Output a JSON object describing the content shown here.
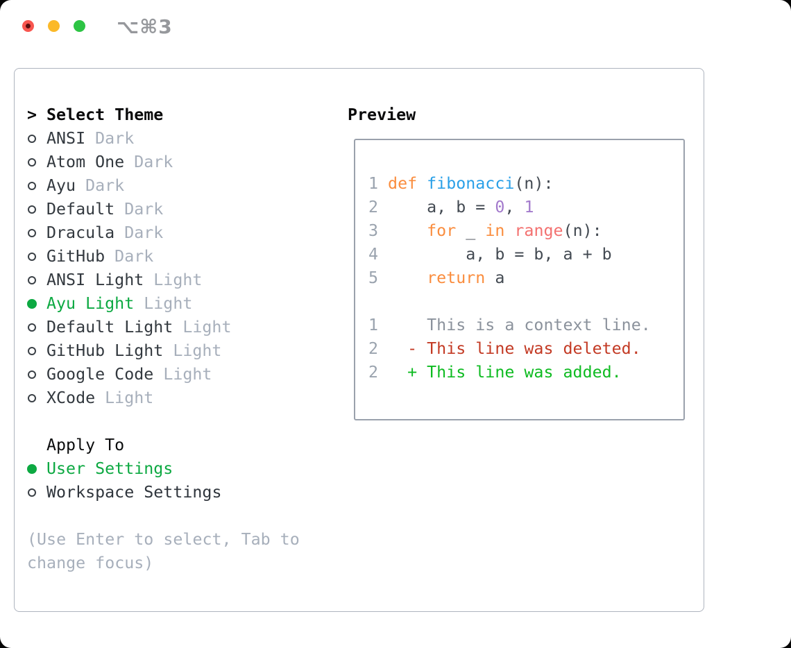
{
  "window": {
    "title": "⌥⌘3",
    "traffic_lights": [
      "close",
      "minimize",
      "zoom"
    ]
  },
  "theme_panel": {
    "header": {
      "prompt": ">",
      "label": "Select Theme"
    },
    "themes": [
      {
        "slug": "ansi-dark",
        "name": "ANSI",
        "variant": "Dark",
        "selected": false
      },
      {
        "slug": "atom-one-dark",
        "name": "Atom One",
        "variant": "Dark",
        "selected": false
      },
      {
        "slug": "ayu-dark",
        "name": "Ayu",
        "variant": "Dark",
        "selected": false
      },
      {
        "slug": "default-dark",
        "name": "Default",
        "variant": "Dark",
        "selected": false
      },
      {
        "slug": "dracula-dark",
        "name": "Dracula",
        "variant": "Dark",
        "selected": false
      },
      {
        "slug": "github-dark",
        "name": "GitHub",
        "variant": "Dark",
        "selected": false
      },
      {
        "slug": "ansi-light",
        "name": "ANSI Light",
        "variant": "Light",
        "selected": false
      },
      {
        "slug": "ayu-light",
        "name": "Ayu Light",
        "variant": "Light",
        "selected": true
      },
      {
        "slug": "default-light",
        "name": "Default Light",
        "variant": "Light",
        "selected": false
      },
      {
        "slug": "github-light",
        "name": "GitHub Light",
        "variant": "Light",
        "selected": false
      },
      {
        "slug": "google-code",
        "name": "Google Code",
        "variant": "Light",
        "selected": false
      },
      {
        "slug": "xcode",
        "name": "XCode",
        "variant": "Light",
        "selected": false
      }
    ],
    "apply_to": {
      "label": "Apply To",
      "options": [
        {
          "slug": "user-settings",
          "label": "User Settings",
          "selected": true
        },
        {
          "slug": "workspace-settings",
          "label": "Workspace Settings",
          "selected": false
        }
      ]
    },
    "hint_lines": [
      "(Use Enter to select, Tab to",
      "change focus)"
    ]
  },
  "preview": {
    "label": "Preview",
    "lines": [
      {
        "num": "1",
        "segments": [
          [
            "kw",
            "def"
          ],
          [
            "base",
            " "
          ],
          [
            "fn",
            "fibonacci"
          ],
          [
            "base",
            "(n):"
          ]
        ]
      },
      {
        "num": "2",
        "segments": [
          [
            "base",
            "    a, b = "
          ],
          [
            "num",
            "0"
          ],
          [
            "base",
            ", "
          ],
          [
            "num",
            "1"
          ]
        ]
      },
      {
        "num": "3",
        "segments": [
          [
            "base",
            "    "
          ],
          [
            "kw",
            "for"
          ],
          [
            "base",
            " _ "
          ],
          [
            "kw",
            "in"
          ],
          [
            "base",
            " "
          ],
          [
            "bi",
            "range"
          ],
          [
            "base",
            "(n):"
          ]
        ]
      },
      {
        "num": "4",
        "segments": [
          [
            "base",
            "        a, b = b, a + b"
          ]
        ]
      },
      {
        "num": "5",
        "segments": [
          [
            "base",
            "    "
          ],
          [
            "kw",
            "return"
          ],
          [
            "base",
            " a"
          ]
        ]
      },
      {
        "num": "",
        "segments": []
      },
      {
        "num": "1",
        "segments": [
          [
            "ctx",
            "    This is a context line."
          ]
        ]
      },
      {
        "num": "2",
        "segments": [
          [
            "del",
            "  - This line was deleted."
          ]
        ]
      },
      {
        "num": "2",
        "segments": [
          [
            "add",
            "  + This line was added."
          ]
        ]
      }
    ]
  },
  "colors": {
    "selection_green": "#0DA942",
    "added_green": "#0EBB21",
    "deleted_red": "#C33A24",
    "keyword_orange": "#FA8D3E",
    "function_blue": "#2AA0E8",
    "number_purple": "#A37ACC",
    "builtin_coral": "#F37170",
    "muted_gray": "#A7AFBB",
    "panel_border": "#AEB4BE",
    "traffic_red": "#F8564F",
    "traffic_yellow": "#FBB929",
    "traffic_green": "#2DC444"
  }
}
